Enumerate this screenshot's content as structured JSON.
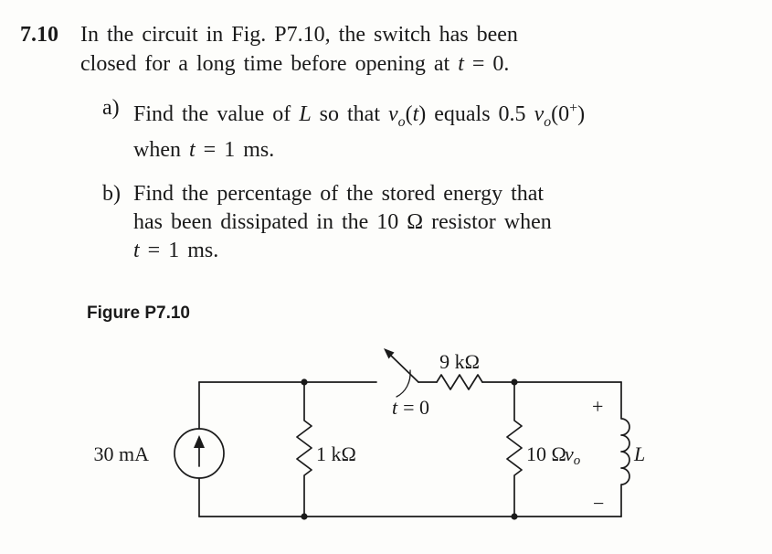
{
  "problem": {
    "number": "7.10",
    "intro": [
      [
        {
          "t": "In the circuit in Fig. P7.10, the switch has been"
        }
      ],
      [
        {
          "t": "closed for a long time before opening at "
        },
        {
          "t": "t",
          "i": 1
        },
        {
          "t": " = 0."
        }
      ]
    ],
    "parts": [
      {
        "label": "a)",
        "lines": [
          [
            {
              "t": "Find the value of "
            },
            {
              "t": "L",
              "i": 1
            },
            {
              "t": " so that "
            },
            {
              "t": "v",
              "i": 1
            },
            {
              "t": "o",
              "i": 1,
              "sub": 1
            },
            {
              "t": "("
            },
            {
              "t": "t",
              "i": 1
            },
            {
              "t": ") equals 0.5 "
            },
            {
              "t": "v",
              "i": 1
            },
            {
              "t": "o",
              "i": 1,
              "sub": 1
            },
            {
              "t": "(0"
            },
            {
              "t": "+",
              "sup": 1
            },
            {
              "t": ")"
            }
          ],
          [
            {
              "t": "when "
            },
            {
              "t": "t",
              "i": 1
            },
            {
              "t": " = 1 ms."
            }
          ]
        ]
      },
      {
        "label": "b)",
        "lines": [
          [
            {
              "t": "Find the percentage of the stored energy that"
            }
          ],
          [
            {
              "t": "has been dissipated in the 10 Ω resistor when"
            }
          ],
          [
            {
              "t": "t",
              "i": 1
            },
            {
              "t": " = 1 ms."
            }
          ]
        ]
      }
    ]
  },
  "figure": {
    "label": "Figure P7.10"
  },
  "circuit": {
    "source_label": "30 mA",
    "r1_label": "1 kΩ",
    "r2_label": "9 kΩ",
    "r3_label": "10 Ω",
    "switch_t": "t",
    "switch_eq": "= 0",
    "vo_v": "v",
    "vo_sub": "o",
    "plus": "+",
    "minus": "−",
    "l_label": "L"
  }
}
